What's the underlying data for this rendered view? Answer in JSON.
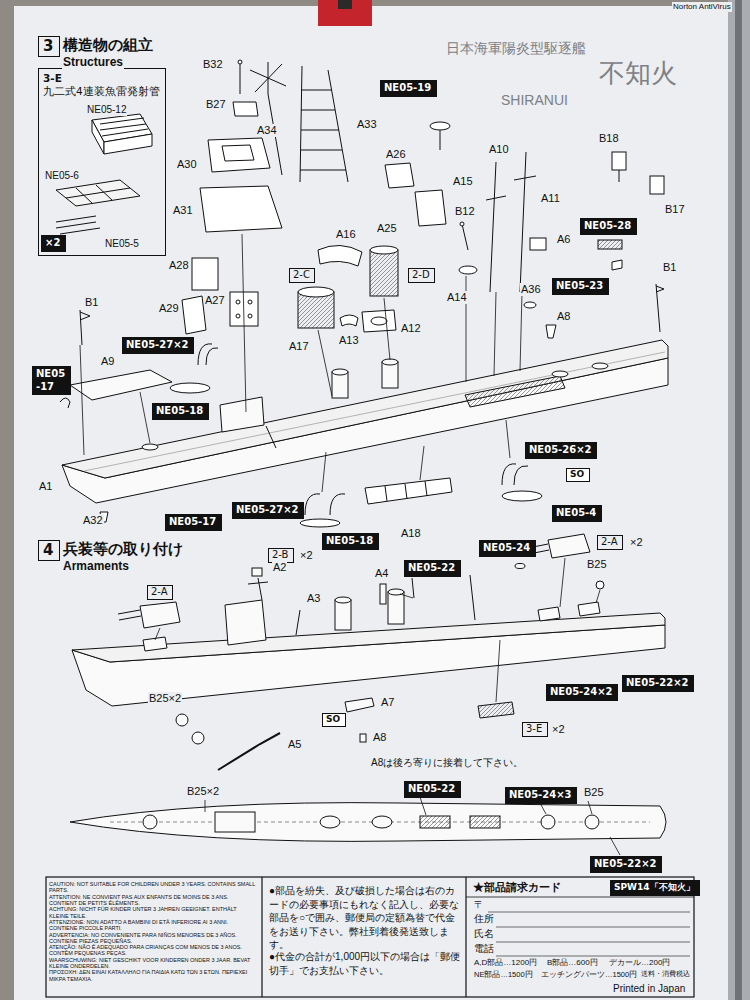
{
  "diagram": {
    "nodes": [
      {
        "text": [
          "3"
        ]
      },
      {
        "text": [
          "3-E",
          "九二式4連装魚雷発射管"
        ]
      },
      {
        "text": [
          "×2"
        ],
        "in": 1
      },
      {
        "text": [
          "NE05-19"
        ]
      },
      {
        "text": [
          "2-C"
        ]
      },
      {
        "text": [
          "2-D"
        ]
      },
      {
        "text": [
          "NE05-28"
        ]
      },
      {
        "text": [
          "NE05-23"
        ]
      },
      {
        "text": [
          "NE05-27×2"
        ]
      },
      {
        "text": [
          "NE05-17"
        ]
      },
      {
        "text": [
          "NE05-18"
        ]
      },
      {
        "text": [
          "NE05-26×2"
        ]
      },
      {
        "text": [
          "SO"
        ]
      },
      {
        "text": [
          "NE05-17"
        ]
      },
      {
        "text": [
          "NE05-27×2"
        ]
      },
      {
        "text": [
          "NE05-18"
        ]
      },
      {
        "text": [
          "NE05-4"
        ]
      },
      {
        "text": [
          "4"
        ]
      },
      {
        "text": [
          "2-B"
        ]
      },
      {
        "text": [
          "NE05-24"
        ]
      },
      {
        "text": [
          "NE05-22"
        ]
      },
      {
        "text": [
          "2-A"
        ]
      },
      {
        "text": [
          "2-A"
        ]
      },
      {
        "text": [
          "SO"
        ]
      },
      {
        "text": [
          "3-E"
        ]
      },
      {
        "text": [
          "NE05-24×2"
        ]
      },
      {
        "text": [
          "NE05-22×2"
        ]
      },
      {
        "text": [
          "NE05-22"
        ]
      },
      {
        "text": [
          "NE05-24×3"
        ]
      },
      {
        "text": [
          "NE05-22×2"
        ]
      },
      {
        "text": [
          "SPW14「不知火」"
        ]
      }
    ],
    "labels": [
      "構造物の組立",
      "Structures",
      "NE05-12",
      "NE05-6",
      "NE05-5",
      "B32",
      "B27",
      "A34",
      "A33",
      "A30",
      "A31",
      "A28",
      "A29",
      "A27",
      "B1",
      "A9",
      "A1",
      "A32",
      "A16",
      "A17",
      "A13",
      "A12",
      "A26",
      "A25",
      "A15",
      "B12",
      "A14",
      "A10",
      "A11",
      "A6",
      "A36",
      "A8",
      "B18",
      "B17",
      "B1",
      "A18",
      "兵装等の取り付け",
      "Armaments",
      "×2",
      "×2",
      "B25",
      "A2",
      "A3",
      "A4",
      "A7",
      "A8",
      "A5",
      "B25×2",
      "×2",
      "A8は後ろ寄りに接着して下さい。",
      "B25×2",
      "B25",
      "日本海軍陽炎型駆逐艦",
      "不知火",
      "SHIRANUI",
      "Norton AntiVirus",
      "CAUTION: NOT SUITABLE FOR CHILDREN UNDER 3 YEARS. CONTAINS SMALL PARTS.",
      "ATTENTION: NE CONVIENT PAS AUX ENFANTS DE MOINS DE 3 ANS. CONTIENT DE PETITS ÉLÉMENTS.",
      "ACHTUNG: NICHT FÜR KINDER UNTER 3 JAHREN GEEIGNET. ENTHÄLT KLEINE TEILE.",
      "ATTENZIONE: NON ADATTO A BAMBINI DI ETÀ INFERIORE AI 3 ANNI. CONTIENE PICCOLE PARTI.",
      "ADVERTENCIA: NO CONVENIENTE PARA NIÑOS MENORES DE 3 AÑOS. CONTIENE PIEZAS PEQUEÑAS.",
      "ATENÇÃO: NÃO É ADEQUADO PARA CRIANÇAS COM MENOS DE 3 ANOS. CONTÉM PEQUENAS PEÇAS.",
      "WAARSCHUWING: NIET GESCHIKT VOOR KINDEREN ONDER 3 JAAR. BEVAT KLEINE ONDERDELEN.",
      "ΠΡΟΣΟΧΗ: ΔΕΝ ΕΙΝΑΙ ΚΑΤΑΛΛΗΛΟ ΓΙΑ ΠΑΙΔΙΑ ΚΑΤΩ ΤΩΝ 3 ΕΤΩΝ. ΠΕΡΙΕΧΕΙ ΜΙΚΡΑ ΤΕΜΑΧΙΑ.",
      "●部品を紛失、及び破損した場合は右のカードの必要事項にもれなく記入し、必要な部品を○で囲み、郵便局の定額為替で代金をお送り下さい。弊社到着後発送致します。",
      "●代金の合計が1,000円以下の場合は「郵便切手」でお支払い下さい。",
      "★部品請求カード",
      "〒",
      "住所",
      "氏名",
      "電話",
      "A,D部品…1200円",
      "B部品…600円",
      "デカール…200円",
      "NE部品…1500円",
      "エッチングパーツ…1500円",
      "送料・消費税込",
      "Printed in Japan"
    ]
  }
}
